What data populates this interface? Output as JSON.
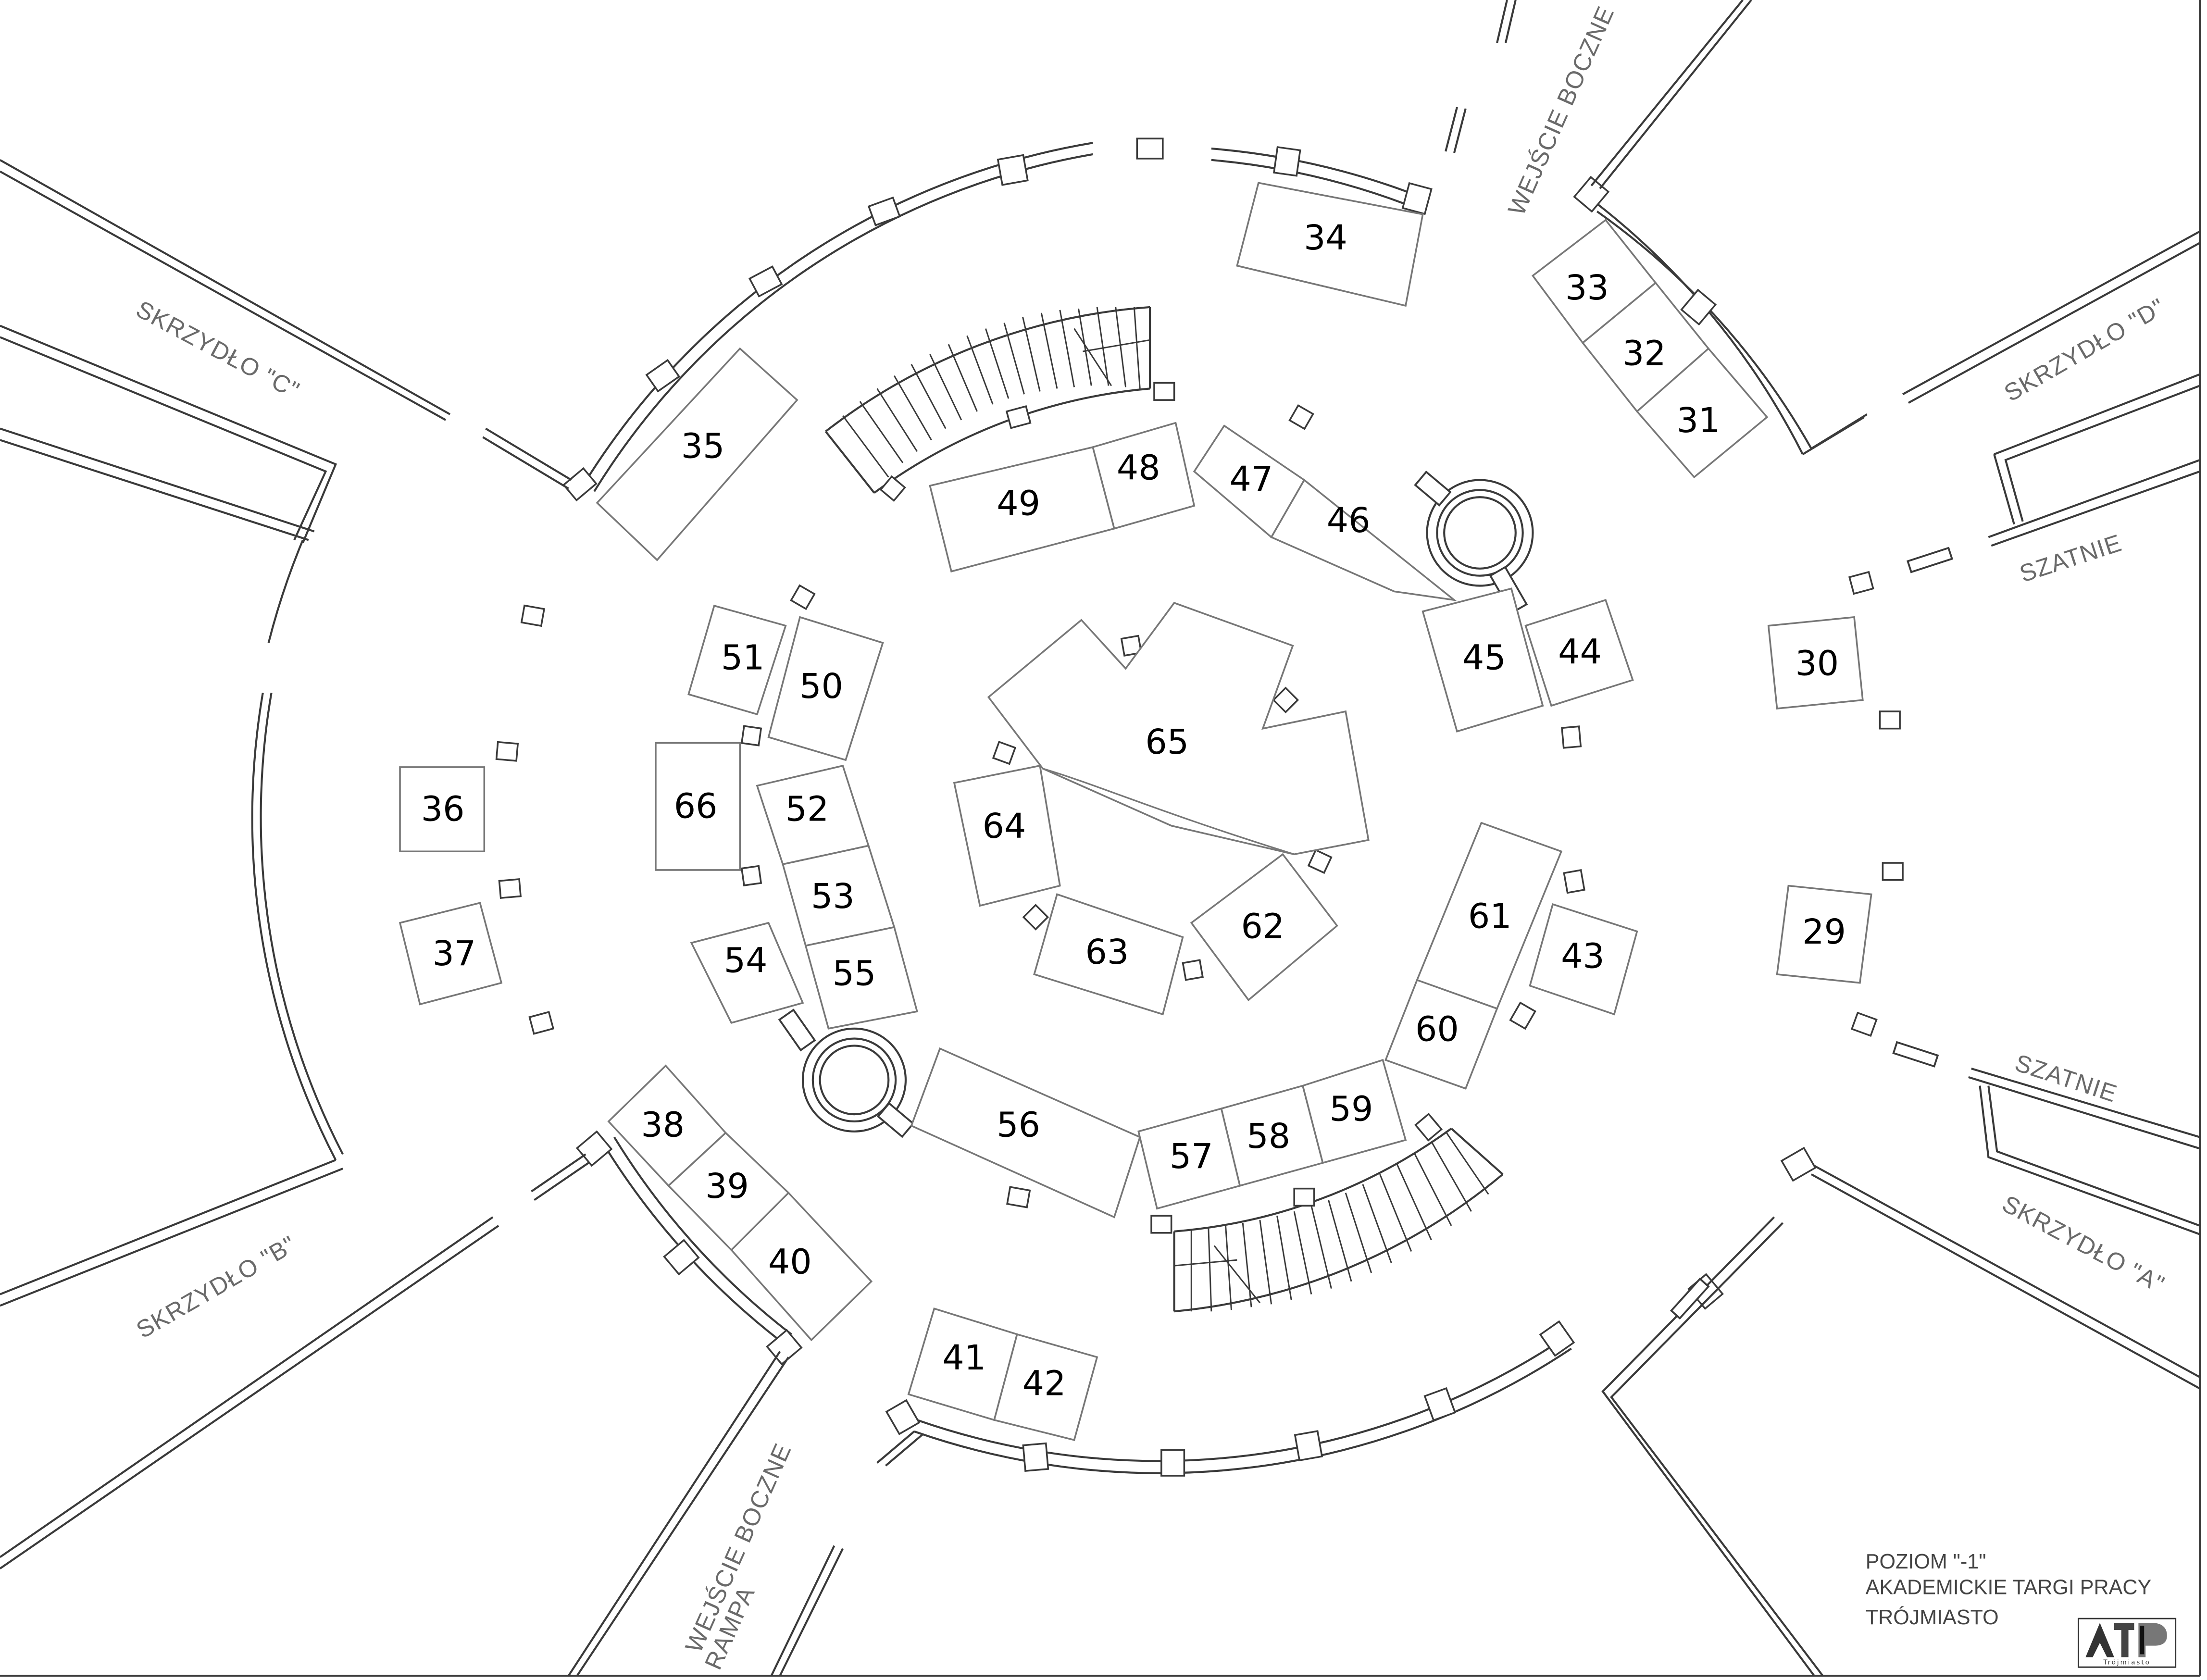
{
  "legend": {
    "level": "POZIOM \"-1\"",
    "event": "AKADEMICKIE TARGI PRACY",
    "city": "TRÓJMIASTO",
    "logo_text": "ATP",
    "logo_sub": "Trójmiasto"
  },
  "areas": {
    "wing_a": "SKRZYDŁO \"A\"",
    "wing_b": "SKRZYDŁO \"B\"",
    "wing_c": "SKRZYDŁO \"C\"",
    "wing_d": "SKRZYDŁO \"D\"",
    "side_entrance_top": "WEJŚCIE BOCZNE",
    "side_entrance_bottom": "WEJŚCIE BOCZNE",
    "ramp": "RAMPA",
    "cloakroom_upper": "SZATNIE",
    "cloakroom_lower": "SZATNIE"
  },
  "stalls": {
    "s29": "29",
    "s30": "30",
    "s31": "31",
    "s32": "32",
    "s33": "33",
    "s34": "34",
    "s35": "35",
    "s36": "36",
    "s37": "37",
    "s38": "38",
    "s39": "39",
    "s40": "40",
    "s41": "41",
    "s42": "42",
    "s43": "43",
    "s44": "44",
    "s45": "45",
    "s46": "46",
    "s47": "47",
    "s48": "48",
    "s49": "49",
    "s50": "50",
    "s51": "51",
    "s52": "52",
    "s53": "53",
    "s54": "54",
    "s55": "55",
    "s56": "56",
    "s57": "57",
    "s58": "58",
    "s59": "59",
    "s60": "60",
    "s61": "61",
    "s62": "62",
    "s63": "63",
    "s64": "64",
    "s65": "65",
    "s66": "66"
  }
}
